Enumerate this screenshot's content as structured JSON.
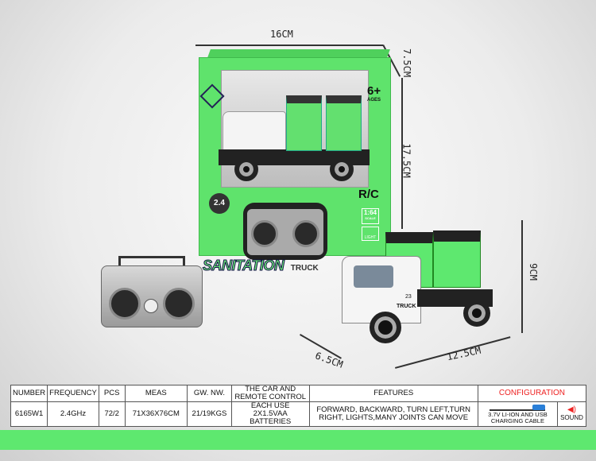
{
  "dimensions": {
    "box_width": "16CM",
    "box_depth": "7.5CM",
    "box_height": "17.5CM",
    "truck_height": "9CM",
    "truck_width": "6.5CM",
    "truck_length": "12.5CM"
  },
  "package": {
    "title": "SANITATION",
    "subtitle": "TRUCK",
    "rc_label": "R/C",
    "age": "6+",
    "age_label": "AGES",
    "scale": "1:64",
    "scale_label": "SCALE",
    "freq_badge": "2.4",
    "light_label": "LIGHT",
    "truck_text": "TRUCK",
    "truck_number": "23"
  },
  "table": {
    "headers": [
      "NUMBER",
      "FREQUENCY",
      "PCS",
      "MEAS",
      "GW. NW.",
      "THE CAR AND REMOTE CONTROL",
      "FEATURES",
      "CONFIGURATION"
    ],
    "values": [
      "6165W1",
      "2.4GHz",
      "72/2",
      "71X36X76CM",
      "21/19KGS",
      "EACH USE 2X1.5VAA BATTERIES",
      "FORWARD, BACKWARD, TURN LEFT,TURN RIGHT, LIGHTS,MANY JOINTS CAN MOVE"
    ],
    "config_items": [
      "3.7V LI-ION AND USB CHARGING CABLE",
      "SOUND"
    ]
  },
  "colors": {
    "accent_green": "#5ee86f",
    "config_red": "#e22222"
  }
}
